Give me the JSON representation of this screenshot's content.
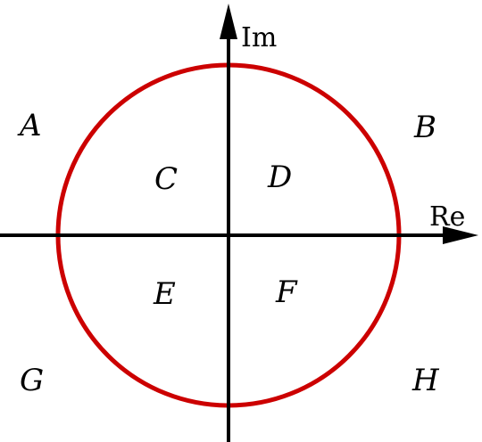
{
  "axes": {
    "real_label": "Re",
    "imag_label": "Im",
    "color": "#000000"
  },
  "circle": {
    "color": "#cc0000"
  },
  "regions": {
    "outside_top_left": "A",
    "outside_top_right": "B",
    "inside_top_left": "C",
    "inside_top_right": "D",
    "inside_bottom_left": "E",
    "inside_bottom_right": "F",
    "outside_bottom_left": "G",
    "outside_bottom_right": "H"
  }
}
